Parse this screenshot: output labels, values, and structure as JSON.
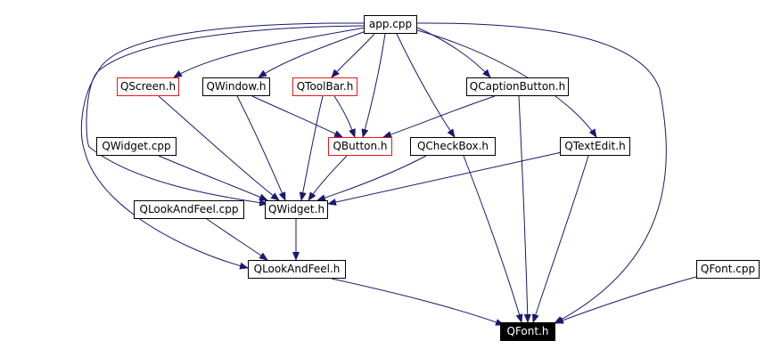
{
  "graph": {
    "edge_color": "#191970",
    "nodes": {
      "app_cpp": "app.cpp",
      "qscreen_h": "QScreen.h",
      "qwindow_h": "QWindow.h",
      "qtoolbar_h": "QToolBar.h",
      "qcaptionbutton_h": "QCaptionButton.h",
      "qwidget_cpp": "QWidget.cpp",
      "qbutton_h": "QButton.h",
      "qcheckbox_h": "QCheckBox.h",
      "qtextedit_h": "QTextEdit.h",
      "qlookandfeel_cpp": "QLookAndFeel.cpp",
      "qwidget_h": "QWidget.h",
      "qlookandfeel_h": "QLookAndFeel.h",
      "qfont_cpp": "QFont.cpp",
      "qfont_h": "QFont.h"
    },
    "edges": [
      [
        "app_cpp",
        "qscreen_h"
      ],
      [
        "app_cpp",
        "qwindow_h"
      ],
      [
        "app_cpp",
        "qtoolbar_h"
      ],
      [
        "app_cpp",
        "qcaptionbutton_h"
      ],
      [
        "app_cpp",
        "qbutton_h"
      ],
      [
        "app_cpp",
        "qcheckbox_h"
      ],
      [
        "app_cpp",
        "qtextedit_h"
      ],
      [
        "app_cpp",
        "qwidget_h"
      ],
      [
        "app_cpp",
        "qlookandfeel_h"
      ],
      [
        "app_cpp",
        "qfont_h"
      ],
      [
        "qscreen_h",
        "qwidget_h"
      ],
      [
        "qwindow_h",
        "qbutton_h"
      ],
      [
        "qwindow_h",
        "qwidget_h"
      ],
      [
        "qtoolbar_h",
        "qbutton_h"
      ],
      [
        "qtoolbar_h",
        "qwidget_h"
      ],
      [
        "qcaptionbutton_h",
        "qbutton_h"
      ],
      [
        "qcaptionbutton_h",
        "qfont_h"
      ],
      [
        "qwidget_cpp",
        "qwidget_h"
      ],
      [
        "qbutton_h",
        "qwidget_h"
      ],
      [
        "qcheckbox_h",
        "qwidget_h"
      ],
      [
        "qcheckbox_h",
        "qfont_h"
      ],
      [
        "qtextedit_h",
        "qwidget_h"
      ],
      [
        "qtextedit_h",
        "qfont_h"
      ],
      [
        "qlookandfeel_cpp",
        "qlookandfeel_h"
      ],
      [
        "qwidget_h",
        "qlookandfeel_h"
      ],
      [
        "qlookandfeel_h",
        "qfont_h"
      ],
      [
        "qfont_cpp",
        "qfont_h"
      ]
    ]
  }
}
